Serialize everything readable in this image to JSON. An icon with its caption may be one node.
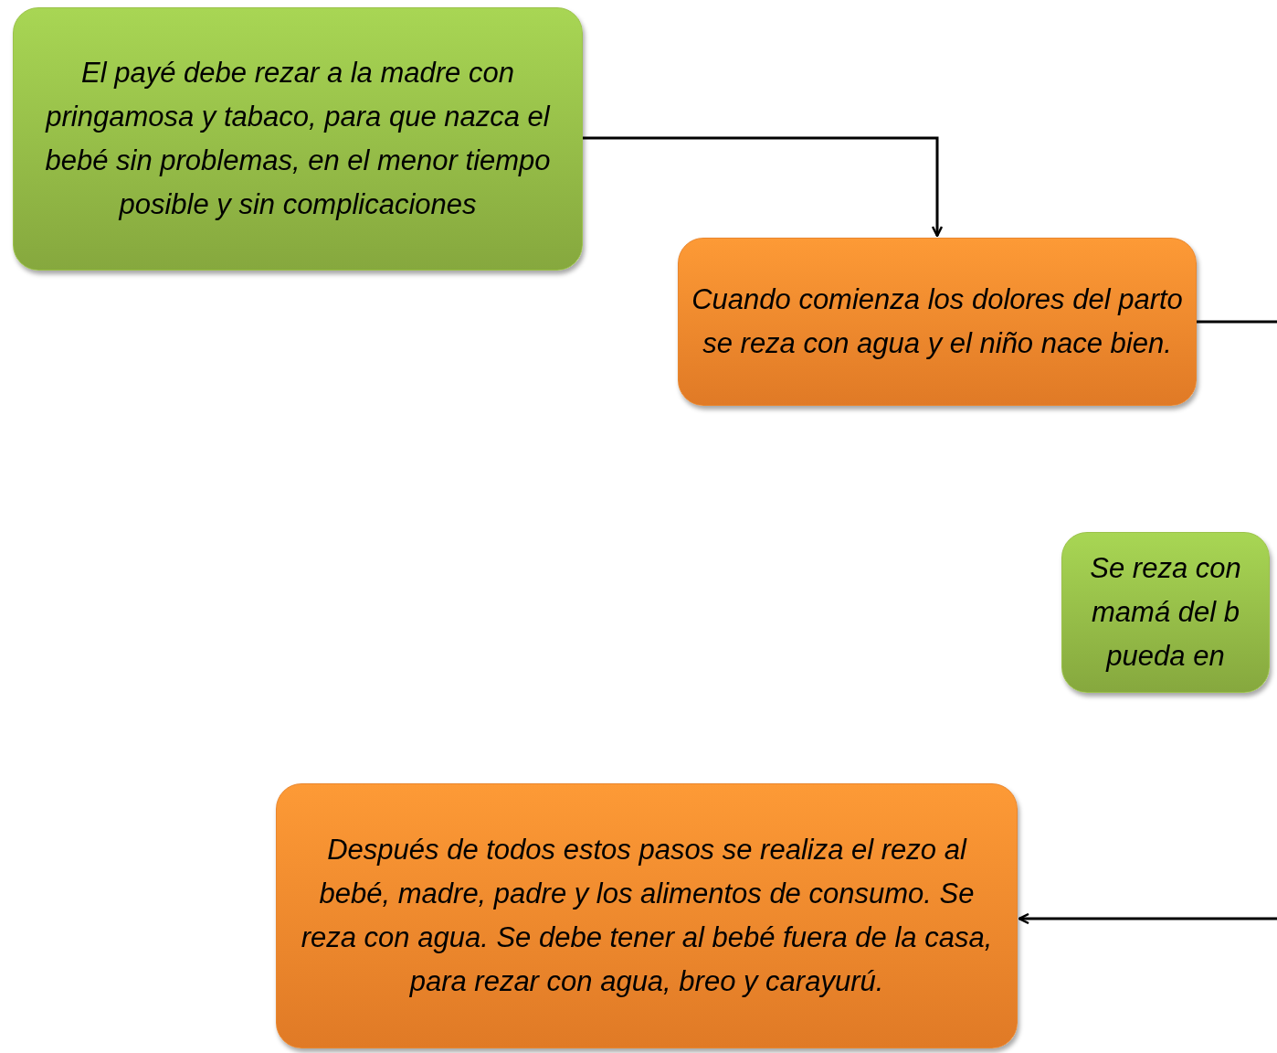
{
  "diagram": {
    "nodes": [
      {
        "text": [
          "El payé debe rezar a la madre con pringamosa y tabaco, para que nazca el bebé sin problemas, en el menor tiempo posible y sin complicaciones"
        ]
      },
      {
        "text": [
          "Cuando comienza los dolores del parto se reza con agua y el niño nace bien."
        ]
      },
      {
        "text": [
          "Se reza con mamá del b pueda en"
        ]
      },
      {
        "text": [
          "Después de todos estos pasos se realiza el rezo al bebé, madre, padre y los alimentos de consumo. Se reza con agua. Se debe tener al bebé fuera de la casa,  para rezar con agua, breo y carayurú."
        ]
      }
    ],
    "edges": [
      {
        "from": 0,
        "to": 1,
        "arrow": "to"
      },
      {
        "from": 1,
        "to": null,
        "arrow": "none"
      },
      {
        "from": null,
        "to": 3,
        "arrow": "to"
      }
    ]
  }
}
